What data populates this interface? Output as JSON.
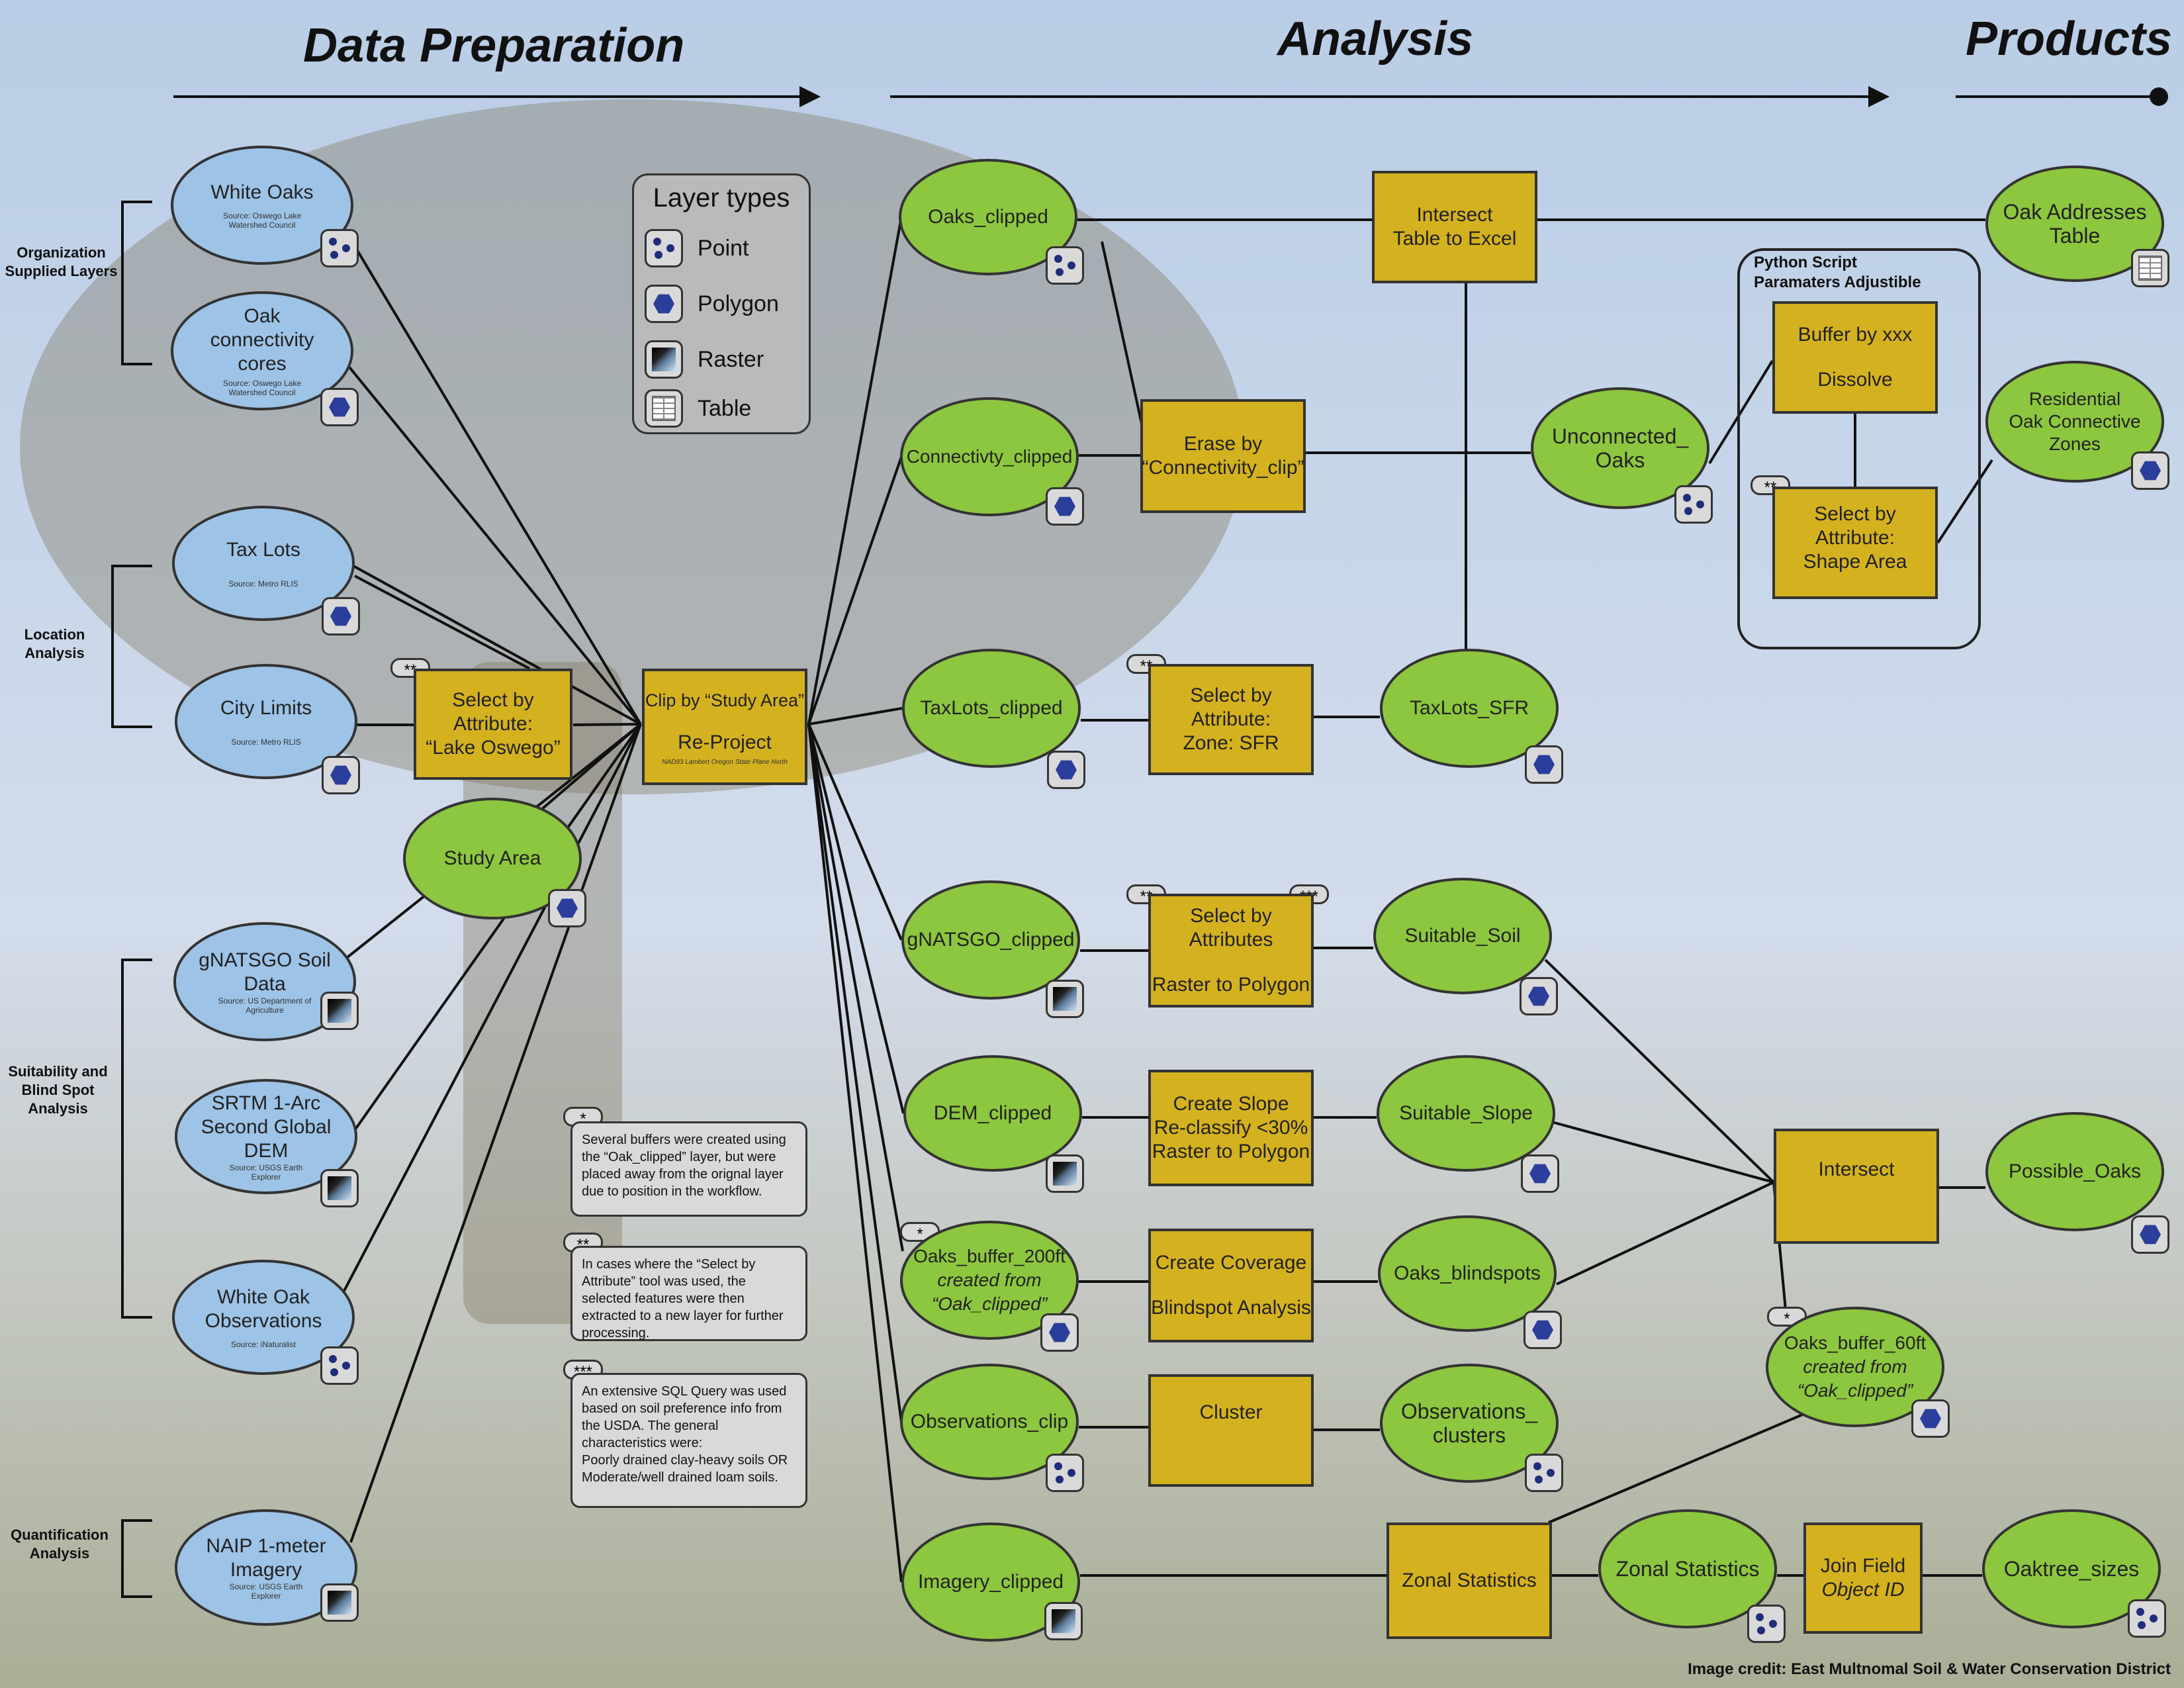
{
  "headers": [
    "Data Preparation",
    "Analysis",
    "Products"
  ],
  "groups": [
    "Organization Supplied Layers",
    "Location Analysis",
    "Suitability and Blind Spot Analysis",
    "Quantification Analysis"
  ],
  "legend": {
    "title": "Layer types",
    "items": [
      "Point",
      "Polygon",
      "Raster",
      "Table"
    ]
  },
  "inputs": {
    "white_oaks": {
      "title": "White Oaks",
      "source": "Source: Oswego Lake Watershed Council"
    },
    "oak_connectivity": {
      "title": "Oak connectivity cores",
      "source": "Source: Oswego Lake Watershed Council"
    },
    "tax_lots": {
      "title": "Tax Lots",
      "source": "Source: Metro RLIS"
    },
    "city_limits": {
      "title": "City Limits",
      "source": "Source: Metro RLIS"
    },
    "gnatsgo": {
      "title": "gNATSGO Soil Data",
      "source": "Source: US Department of Agriculture"
    },
    "srtm": {
      "title": "SRTM 1-Arc Second Global DEM",
      "source": "Source: USGS Earth Explorer"
    },
    "observations": {
      "title": "White Oak Observations",
      "source": "Source: iNaturalist"
    },
    "naip": {
      "title": "NAIP 1-meter Imagery",
      "source": "Source: USGS Earth Explorer"
    }
  },
  "badges": {
    "one": "*",
    "two": "**",
    "three": "***"
  },
  "notes": [
    "Several buffers were created using the “Oak_clipped” layer, but were placed away from the orignal layer due to position in the workflow.",
    "In cases where the “Select by Attribute” tool was used, the selected features were then extracted to a new layer for further processing.",
    "An extensive SQL Query was used based on soil preference info from the USDA. The general characteristics were:\nPoorly drained clay-heavy soils OR Moderate/well drained loam soils."
  ],
  "processes": {
    "select_lake_oswego": "Select by Attribute:\n“Lake Oswego”",
    "clip": {
      "line1": "Clip by “Study Area”",
      "line2": "Re-Project",
      "note": "NAD83 Lambert Oregon State Plane North"
    },
    "intersect_excel": "Intersect\nTable to Excel",
    "erase": "Erase by\n“Connectivity_clip”",
    "select_sfr": "Select by Attribute:\nZone: SFR",
    "select_raster": {
      "line1": "Select by Attributes",
      "line2": "Raster to Polygon"
    },
    "slope": "Create Slope\nRe-classify <30%\nRaster to Polygon",
    "coverage": {
      "line1": "Create Coverage",
      "line2": "Blindspot Analysis"
    },
    "cluster": "Cluster",
    "zonal": "Zonal Statistics",
    "join": {
      "line1": "Join Field",
      "line2": "Object ID"
    },
    "buffer": {
      "line1": "Buffer by xxx",
      "line2": "Dissolve"
    },
    "shape_area": "Select by Attribute:\nShape Area",
    "intersect": "Intersect"
  },
  "python_box": {
    "line1": "Python Script",
    "line2": "Paramaters Adjustible"
  },
  "clipped": [
    "Oaks_clipped",
    "Connectivty_clipped",
    "TaxLots_clipped",
    "gNATSGO_clipped",
    "DEM_clipped",
    {
      "title": "Oaks_buffer_200ft",
      "sub1": "created from",
      "sub2": "“Oak_clipped”"
    },
    "Observations_clip",
    "Imagery_clipped"
  ],
  "outputs": {
    "study_area": "Study Area",
    "unconnected": "Unconnected_\nOaks",
    "taxlots_sfr": "TaxLots_SFR",
    "suitable_soil": "Suitable_Soil",
    "suitable_slope": "Suitable_Slope",
    "blindspots": "Oaks_blindspots",
    "clusters": "Observations_\nclusters",
    "buffer60": {
      "title": "Oaks_buffer_60ft",
      "sub1": "created from",
      "sub2": "“Oak_clipped”"
    },
    "zonal": "Zonal Statistics"
  },
  "products": {
    "addresses": "Oak Addresses\nTable",
    "residential": "Residential\nOak Connective\nZones",
    "possible": "Possible_Oaks",
    "sizes": "Oaktree_sizes"
  },
  "credit": "Image credit: East Multnomal Soil & Water Conservation District"
}
